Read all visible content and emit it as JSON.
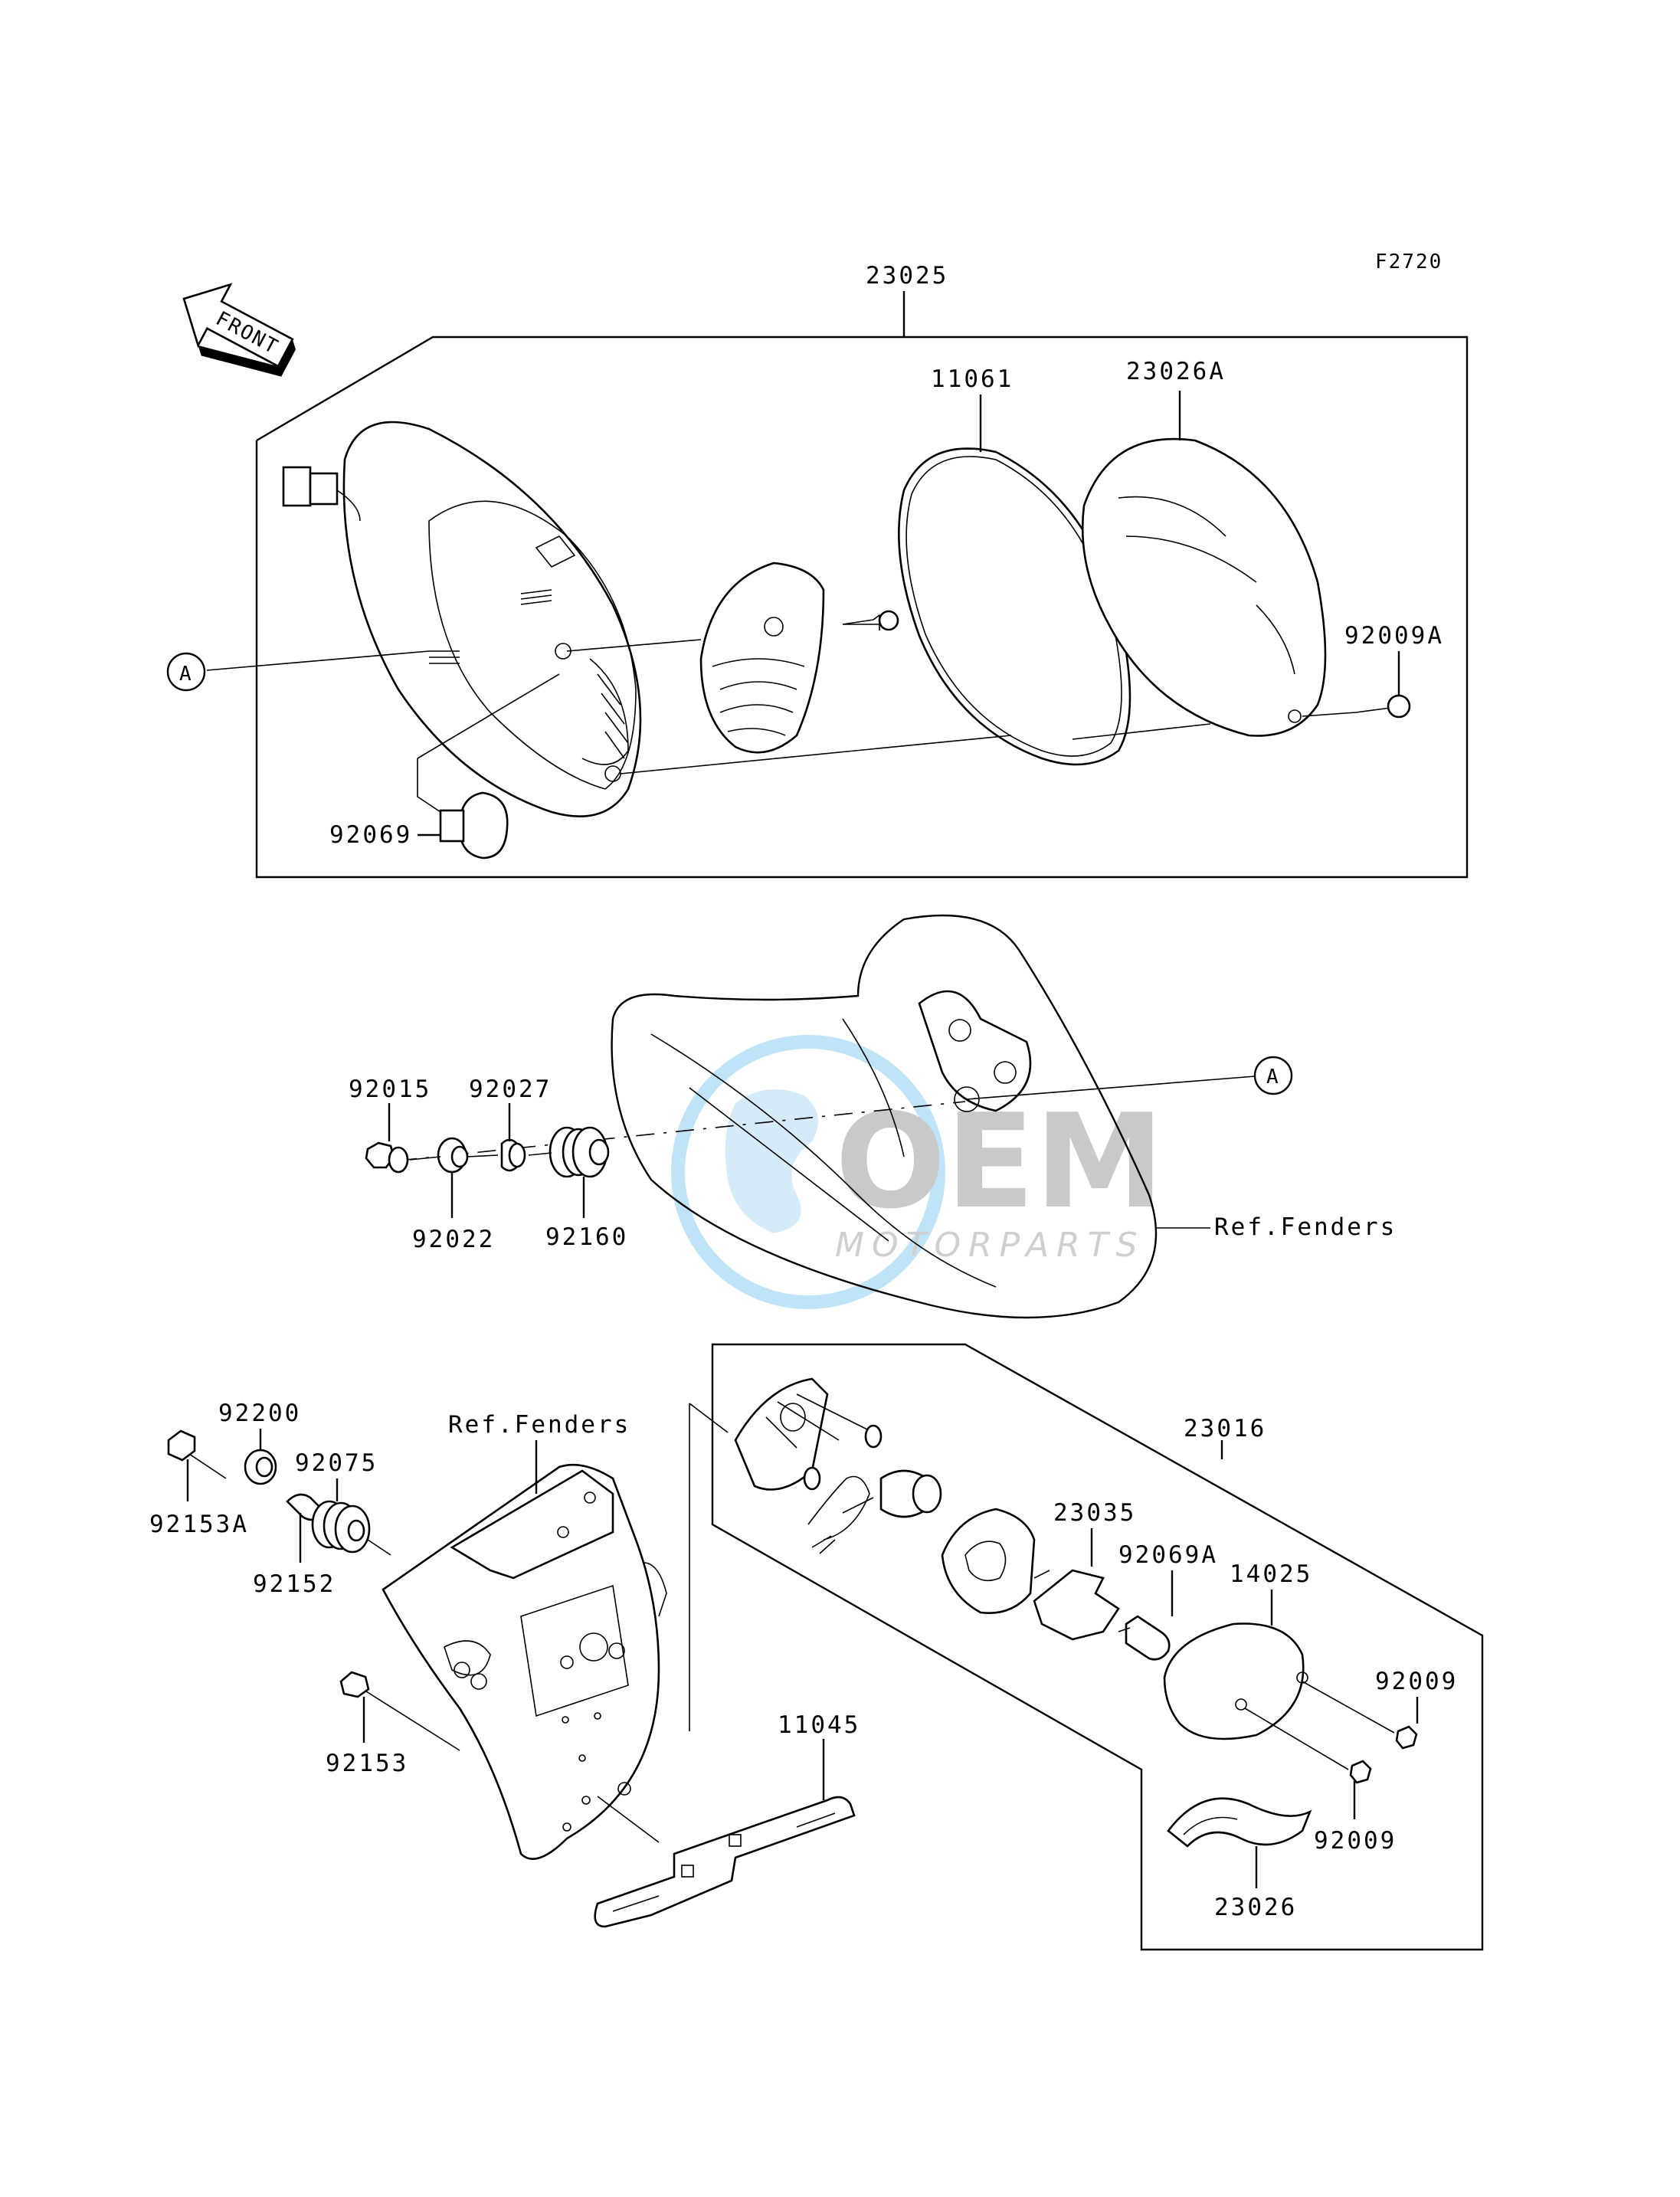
{
  "figure_code": "F2720",
  "front_indicator": "FRONT",
  "callouts": {
    "a_top": "A",
    "a_mid": "A"
  },
  "watermark": {
    "brand": "OEM",
    "sub": "MOTORPARTS"
  },
  "parts": {
    "p23025": "23025",
    "p11061": "11061",
    "p23026A": "23026A",
    "p92009A": "92009A",
    "p92069": "92069",
    "p92015": "92015",
    "p92027": "92027",
    "p92022": "92022",
    "p92160": "92160",
    "ref_fenders_1": "Ref.Fenders",
    "p92200": "92200",
    "p92075": "92075",
    "ref_fenders_2": "Ref.Fenders",
    "p92153A": "92153A",
    "p92152": "92152",
    "p92153": "92153",
    "p11045": "11045",
    "p23016": "23016",
    "p23035": "23035",
    "p92069A": "92069A",
    "p14025": "14025",
    "p92009_a": "92009",
    "p92009_b": "92009",
    "p23026": "23026"
  }
}
